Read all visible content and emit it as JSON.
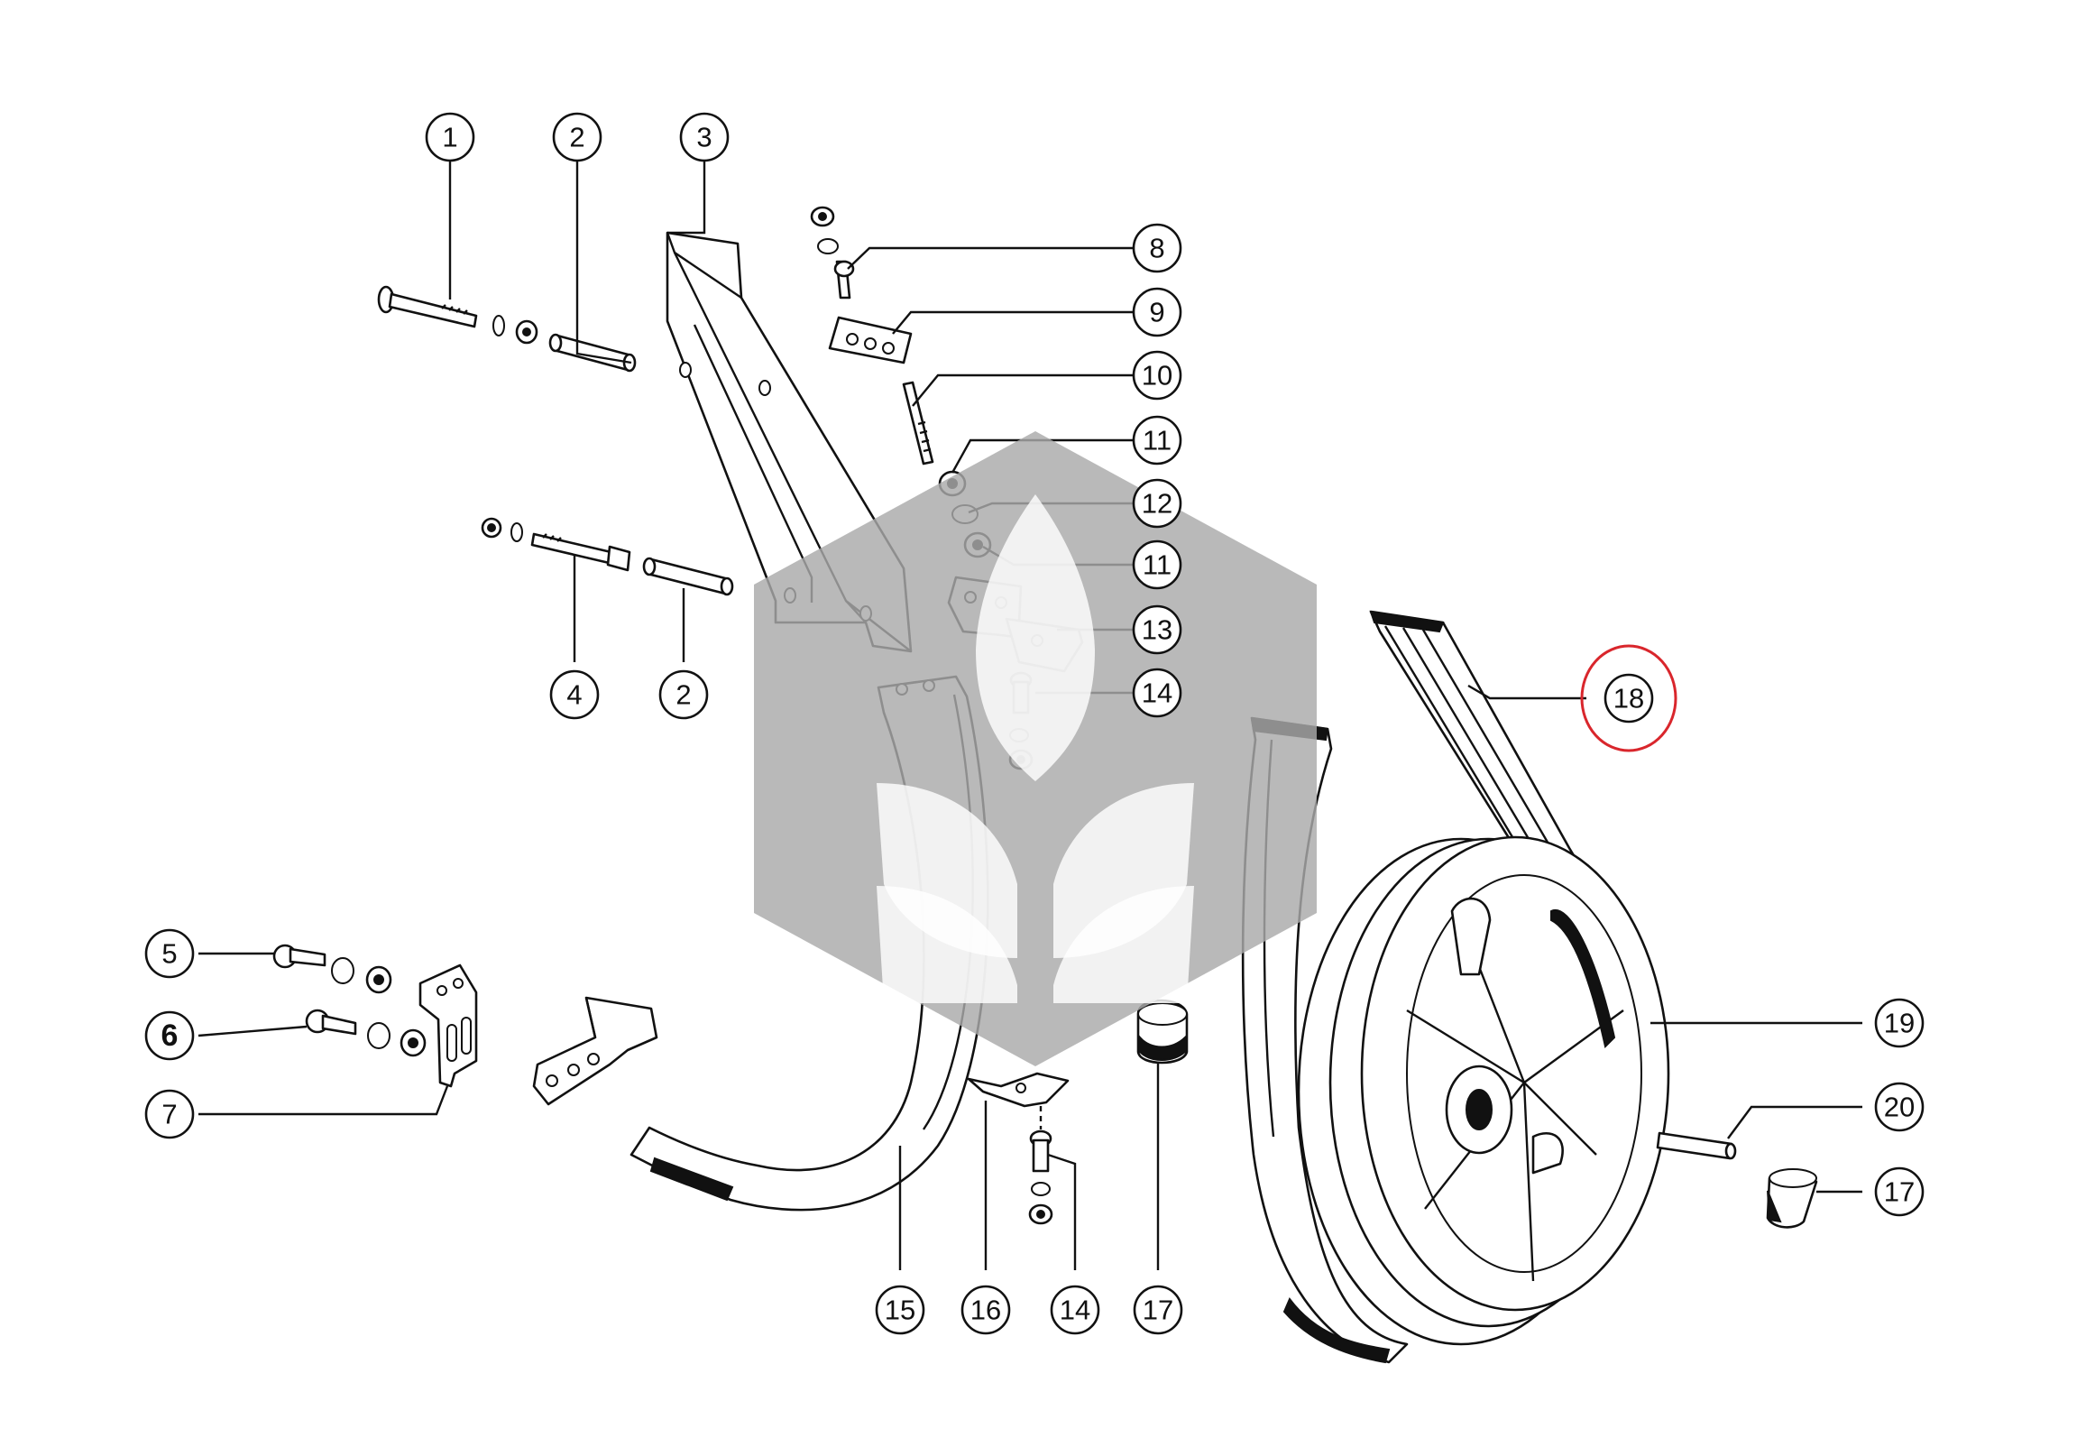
{
  "diagram": {
    "callouts": [
      {
        "id": "c1",
        "label": "1"
      },
      {
        "id": "c2a",
        "label": "2"
      },
      {
        "id": "c3",
        "label": "3"
      },
      {
        "id": "c8",
        "label": "8"
      },
      {
        "id": "c9",
        "label": "9"
      },
      {
        "id": "c10",
        "label": "10"
      },
      {
        "id": "c11a",
        "label": "11"
      },
      {
        "id": "c12",
        "label": "12"
      },
      {
        "id": "c11b",
        "label": "11"
      },
      {
        "id": "c13",
        "label": "13"
      },
      {
        "id": "c14a",
        "label": "14"
      },
      {
        "id": "c4",
        "label": "4"
      },
      {
        "id": "c2b",
        "label": "2"
      },
      {
        "id": "c18",
        "label": "18"
      },
      {
        "id": "c5",
        "label": "5"
      },
      {
        "id": "c6",
        "label": "6"
      },
      {
        "id": "c7",
        "label": "7"
      },
      {
        "id": "c19",
        "label": "19"
      },
      {
        "id": "c20",
        "label": "20"
      },
      {
        "id": "c17a",
        "label": "17"
      },
      {
        "id": "c15",
        "label": "15"
      },
      {
        "id": "c16",
        "label": "16"
      },
      {
        "id": "c14b",
        "label": "14"
      },
      {
        "id": "c17b",
        "label": "17"
      }
    ],
    "highlighted_part": "18",
    "highlight_color": "#d9262c",
    "watermark": "wheat-leaf-logo"
  }
}
